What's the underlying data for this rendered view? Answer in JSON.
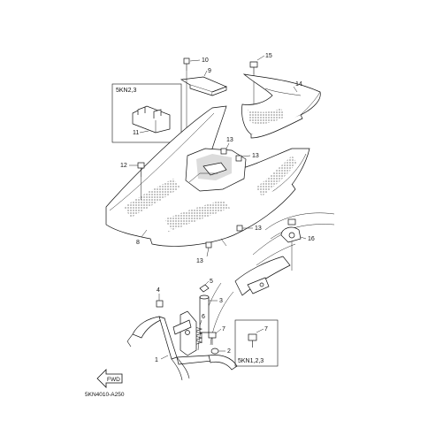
{
  "callouts": {
    "c1": "1",
    "c2": "2",
    "c3": "3",
    "c4": "4",
    "c5": "5",
    "c6": "6",
    "c7a": "7",
    "c7b": "7",
    "c8": "8",
    "c9": "9",
    "c10": "10",
    "c11": "11",
    "c12": "12",
    "c13a": "13",
    "c13b": "13",
    "c13c": "13",
    "c13d": "13",
    "c14": "14",
    "c15": "15",
    "c16": "16"
  },
  "boxes": {
    "top_left": "5KN2,3",
    "bottom_right": "5KN1,2,3"
  },
  "fwd_label": "FWD",
  "drawing_code": "5KN4010-A250"
}
